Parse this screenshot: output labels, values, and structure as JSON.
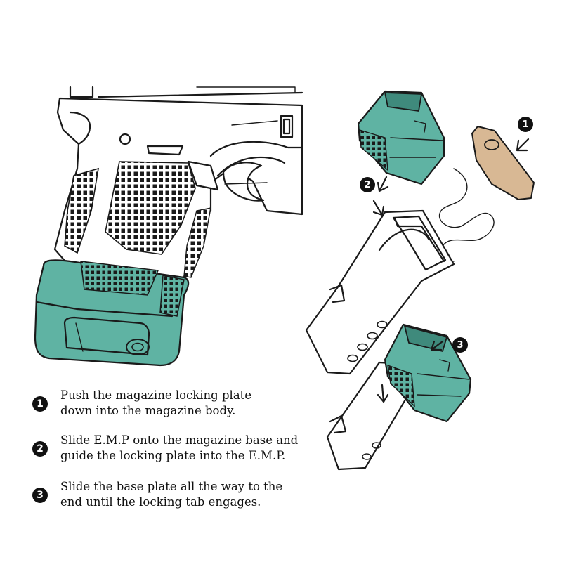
{
  "colors": {
    "teal": "#5fb3a3",
    "teal_dark": "#3f8a7c",
    "tan": "#d8b894",
    "ink": "#1a1a1a"
  },
  "steps": [
    {
      "number": "1",
      "line1": "Push the magazine locking plate",
      "line2": "down into the magazine body."
    },
    {
      "number": "2",
      "line1": "Slide E.M.P onto the magazine base and",
      "line2": "guide the locking plate into the E.M.P."
    },
    {
      "number": "3",
      "line1": "Slide the base plate all the way to the",
      "line2": "end until the locking tab engages."
    }
  ],
  "callouts": {
    "one": "1",
    "two": "2",
    "three": "3"
  }
}
